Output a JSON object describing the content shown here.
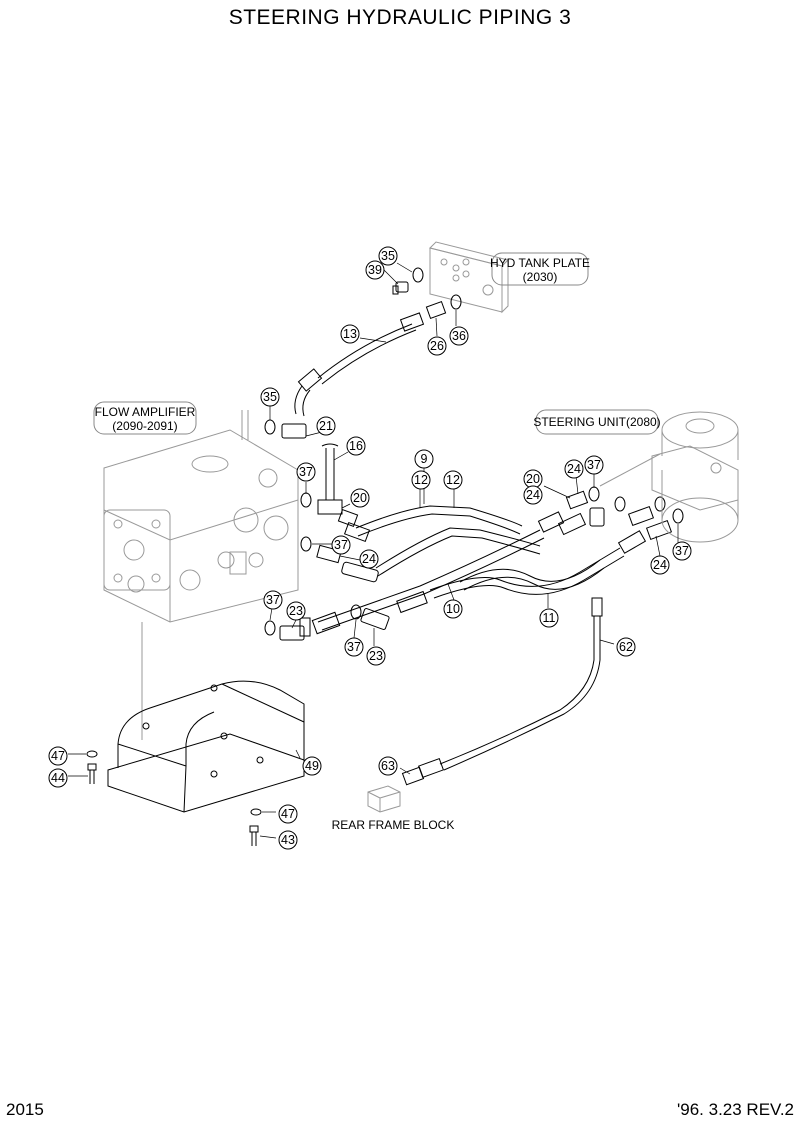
{
  "title": "STEERING HYDRAULIC PIPING 3",
  "page_number": "2015",
  "revision": "'96. 3.23  REV.2",
  "callouts": {
    "hyd_tank_plate": [
      "HYD TANK PLATE",
      "(2030)"
    ],
    "flow_amplifier": [
      "FLOW AMPLIFIER",
      "(2090-2091)"
    ],
    "steering_unit": [
      "STEERING UNIT(2080)"
    ],
    "rear_frame_block": "REAR FRAME BLOCK"
  },
  "part_numbers": {
    "p35a": "35",
    "p39": "39",
    "p26": "26",
    "p36": "36",
    "p13": "13",
    "p35b": "35",
    "p21": "21",
    "p16": "16",
    "p20a": "20",
    "p37a": "37",
    "p37b": "37",
    "p24a": "24",
    "p9": "9",
    "p12a": "12",
    "p12b": "12",
    "p20b": "20",
    "p24b": "24",
    "p24c": "24",
    "p37c": "37",
    "p24d": "24",
    "p37d": "37",
    "p37e": "37",
    "p23a": "23",
    "p37f": "37",
    "p23b": "23",
    "p10": "10",
    "p11": "11",
    "p62": "62",
    "p47a": "47",
    "p44": "44",
    "p49": "49",
    "p63": "63",
    "p47b": "47",
    "p43": "43"
  }
}
